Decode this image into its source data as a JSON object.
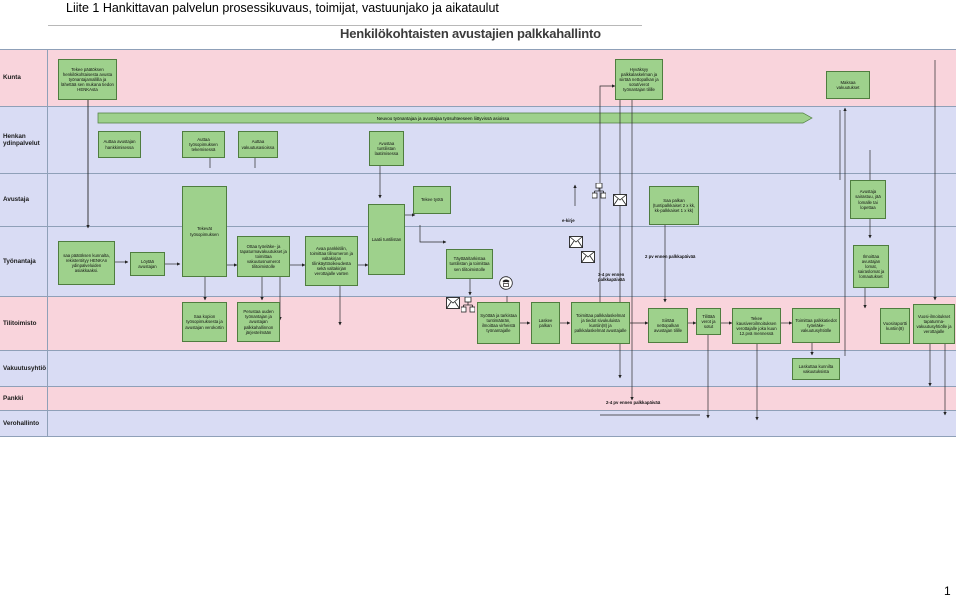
{
  "document": {
    "title": "Liite 1 Hankittavan palvelun prosessikuvaus, toimijat, vastuunjako ja aikataulut",
    "page_number": "1"
  },
  "diagram": {
    "title": "Henkilökohtaisten avustajien palkkahallinto",
    "banner": "Neuvoo työnantajaa ja avustajaa työsuhteeseen liittyvissä asioissa",
    "lanes": [
      {
        "id": "kunta",
        "label": "Kunta"
      },
      {
        "id": "henkan",
        "label": "Henkan ydinpalvelut"
      },
      {
        "id": "avustaja",
        "label": "Avustaja"
      },
      {
        "id": "tyonantaja",
        "label": "Työnantaja"
      },
      {
        "id": "tilitoimisto",
        "label": "Tilitoimisto"
      },
      {
        "id": "vakuutusyhtio",
        "label": "Vakuutusyhtiö"
      },
      {
        "id": "pankki",
        "label": "Pankki"
      },
      {
        "id": "verohallinto",
        "label": "Verohallinto"
      }
    ],
    "boxes": {
      "kunta_paatos": "Tekee päätöksen henkilökohtaisesta avusta työnantajamallilla ja lähettää sen mukana tiedon HENKAsta",
      "maksatus": "Hyväksyy palkkalaskelman ja siirtää nettopalkan ja sotut/verot työnantajan tilille",
      "maksaa_vakuutukset": "Maksaa vakuutukset",
      "auttaa_hankkiminen": "Auttaa avustajan hankkimisessa",
      "auttaa_sopimus": "Auttaa työsopimuksen tekemisessä",
      "auttaa_vakuutus": "Auttaa vakuutusasioissa",
      "avustaa_tuntilistan": "Avustaa tuntilistan laatimisessa",
      "avustaja_tyosopimus": "Tekevät työsopimuksen",
      "laatii_tuntilistan": "Laatii tuntilistan",
      "tekee_tyota": "Tekee työtä",
      "saa_palkan": "Saa palkan (tuntipalkkaiset 2 x kk, kk-palkkaiset 1 x kk)",
      "avustaja_sairastuu": "Avustaja sairastuu, jää lomalle tai lopettaa",
      "saa_paatoksen": "saa päätöksen kunnalta, rekisteröityy HENKAn ydinpalveluiden asiakkaaksi.",
      "loytaa_avustajan": "Löytää avustajan",
      "ottaa_vakuutukset": "Ottaa työeläke- ja tapaturmavakuutukset ja toimittaa vakuutusnumerot tilitoimistolle",
      "avaa_pankkitilin": "Avaa pankkitilin, toimittaa tilinumeron ja valtakirjan tilinkäyttöoikeudesta sekä valtakirjan verottajalle varten",
      "tayttaa_tuntilistan": "Täyttää/tarkistaa tuntilistan ja toimittaa sen tilitoimistolle",
      "ilmoittaa_lomat": "Ilmoittaa avustajan lomat, sairaslomat ja lomautukset",
      "saa_kopion": "Saa kopion työsopimuksesta ja avustajan verokortin",
      "perustaa": "Perustaa uuden työnantajan ja avustajan palkkahallinnon järjestelmään",
      "syottaa": "Syöttää ja tarkistaa tuntimäärän, ilmoittaa virheistä työnantajalle",
      "laskee_palkan": "Laskee palkan",
      "toimittaa_laskelmat": "Toimittaa palkkalaskelmat ja tiedot sivukuluista kuntiin(8) ja palkkalaskelmat avustajalle",
      "siirtaa_nettopalkan": "Siirtää nettopalkan avustajan tilille",
      "tilittaa_verot": "Tilittää verot ja sotut",
      "kausiveroilmoitus": "Tekee kausiveroilmoituksen verottajalle joka kuun 12.pvä mennessä",
      "toimittaa_tiedot": "Toimittaa palkkatiedot työeläke-vakuutusyhtiölle",
      "vuosiraportti": "Vuosiraportti kuntiin(8)",
      "vuosi_ilmoitukset": "Vuosi-ilmoitukset tapaturma-vakuutusyhtiölle ja verottajalle",
      "laskuttaa": "Laskuttaa kunnilta vakuutuksista"
    },
    "notes": {
      "ekirje": "e-kirje",
      "ennen_palkkapaivaa_1": "3-4 pv ennen palkkapäivää",
      "ennen_palkkapaivaa_2": "2 pv ennen palkkapäivää",
      "ennen_palkkapaivaa_3": "2-4 pv ennen palkkapäivää"
    },
    "icons": [
      "network-icon",
      "mail-icon",
      "phone-icon"
    ],
    "colors": {
      "pink_lane": "#f9d4dc",
      "blue_lane": "#d9dcf4",
      "process_box": "#9ed18c"
    }
  }
}
